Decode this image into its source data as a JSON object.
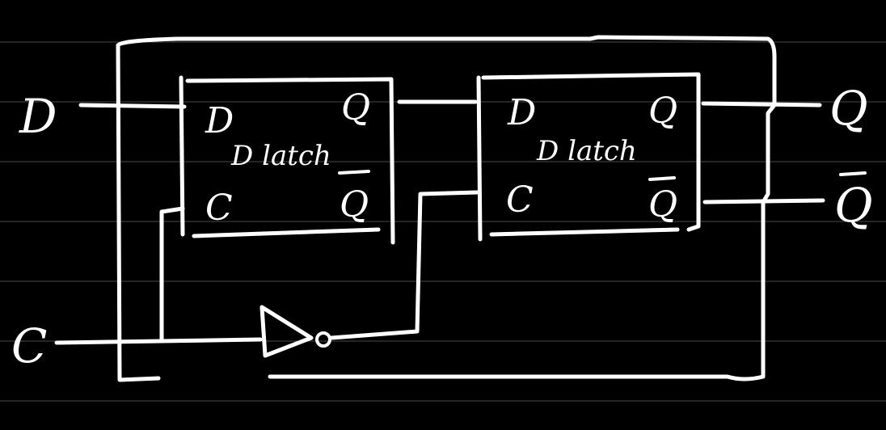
{
  "inputs": {
    "d": "D",
    "c": "C"
  },
  "outputs": {
    "q": "Q",
    "q_bar": "Q"
  },
  "latch_1": {
    "title": "D latch",
    "pin_d": "D",
    "pin_c": "C",
    "pin_q": "Q",
    "pin_q_bar": "Q"
  },
  "latch_2": {
    "title": "D latch",
    "pin_d": "D",
    "pin_c": "C",
    "pin_q": "Q",
    "pin_q_bar": "Q"
  },
  "colors": {
    "ink": "#ffffff",
    "background": "#000000",
    "ruled_lines": "#4a4a4a"
  }
}
